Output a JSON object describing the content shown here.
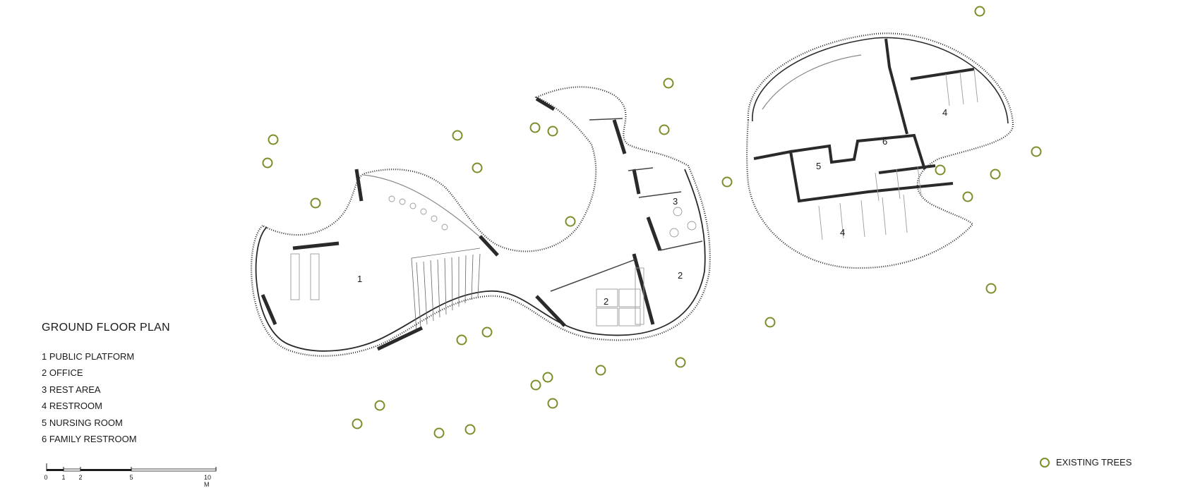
{
  "legend": {
    "title": "GROUND FLOOR PLAN",
    "items": [
      "1 PUBLIC PLATFORM",
      "2 OFFICE",
      "3 REST AREA",
      "4 RESTROOM",
      "5 NURSING ROOM",
      "6 FAMILY RESTROOM"
    ]
  },
  "scale_bar": {
    "labels": [
      "0",
      "1",
      "2",
      "5",
      "10 M"
    ],
    "values": [
      0,
      1,
      2,
      5,
      10
    ]
  },
  "tree_key": {
    "label": "EXISTING TREES"
  },
  "room_labels": [
    "1",
    "2",
    "2",
    "3",
    "4",
    "4",
    "5",
    "6"
  ],
  "colors": {
    "tree": "#7a8f2a",
    "wall": "#2a2a2a",
    "wall_fill": "#b5b5b5",
    "fixture": "#9a9a9a"
  }
}
